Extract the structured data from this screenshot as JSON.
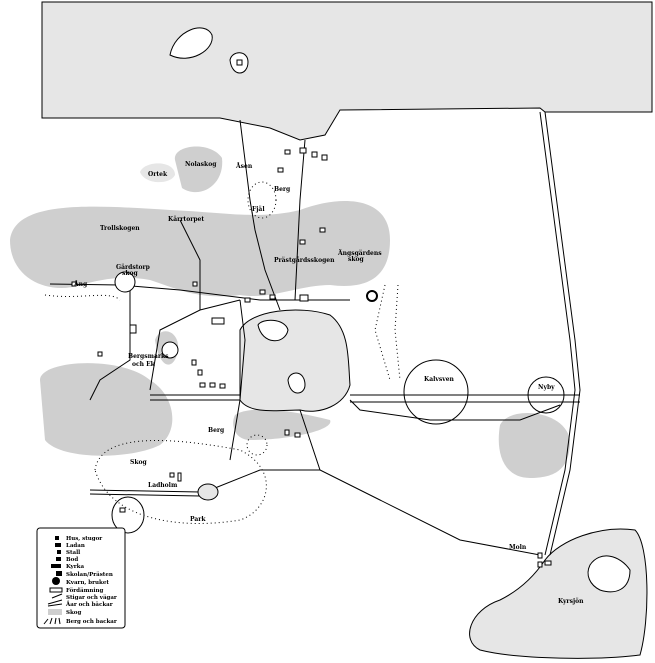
{
  "map": {
    "labels": {
      "ortek": "Ortek",
      "nolaskog": "Nolaskog",
      "asen": "Åsen",
      "berg_north": "Berg",
      "trollskogen": "Trollskogen",
      "karrtorpet": "Kärrtorpet",
      "fjal": "Fjäl",
      "gardstorp": "Gärdstorp",
      "gardstorp2": "skog",
      "ang": "Ång",
      "prastgard": "Prästgårdsskogen",
      "angsgarden": "Ängsgärdens",
      "angsgarden2": "skog",
      "bergsmark": "Bergsmarks",
      "bergsmark2": "och Ek",
      "berg_south": "Berg",
      "skog": "Skog",
      "ladhols": "Ladholm",
      "park": "Park",
      "kalvsven": "Kalvsven",
      "nyby": "Nyby",
      "moln": "Moln",
      "sjon": "Kyrsjön"
    },
    "colors": {
      "water": "#e6e6e6",
      "forest": "#cfcfcf",
      "ink": "#000000"
    }
  },
  "legend": {
    "items": [
      {
        "icon": "house-icon",
        "label": "Hus, stugor"
      },
      {
        "icon": "stable-icon",
        "label": "Ladan"
      },
      {
        "icon": "barn-icon",
        "label": "Stall"
      },
      {
        "icon": "shed-icon",
        "label": "Bod"
      },
      {
        "icon": "church-icon",
        "label": "Kyrka"
      },
      {
        "icon": "school-icon",
        "label": "Skolan/Prästen"
      },
      {
        "icon": "mill-icon",
        "label": "Kvarn, bruket"
      },
      {
        "icon": "field-icon",
        "label": "Fördämning"
      },
      {
        "icon": "path-icon",
        "label": "Stigar och vägar"
      },
      {
        "icon": "stream-icon",
        "label": "Åar och bäckar"
      },
      {
        "icon": "forest-icon",
        "label": "Skog"
      },
      {
        "icon": "hill-icon",
        "label": "Berg och backar"
      }
    ]
  }
}
